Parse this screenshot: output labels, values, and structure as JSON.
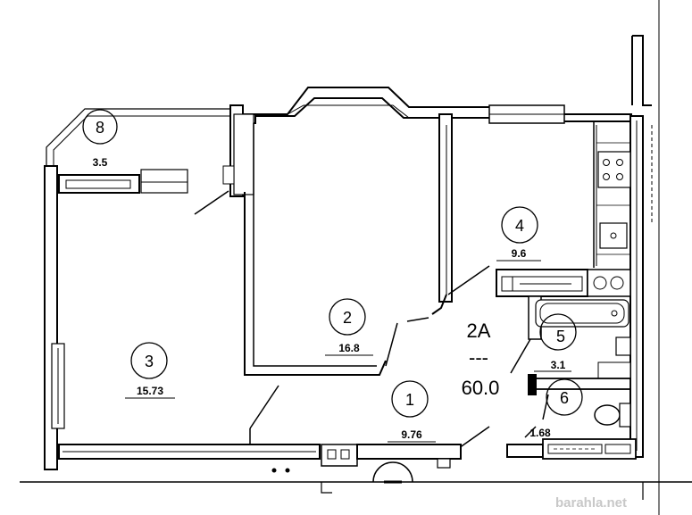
{
  "rooms": [
    {
      "number": "1",
      "area": "9.76"
    },
    {
      "number": "2",
      "area": "16.8"
    },
    {
      "number": "3",
      "area": "15.73"
    },
    {
      "number": "4",
      "area": "9.6"
    },
    {
      "number": "5",
      "area": "3.1"
    },
    {
      "number": "6",
      "area": "1.68"
    },
    {
      "number": "8",
      "area": "3.5"
    }
  ],
  "apartment": {
    "type": "2A",
    "separator": "---",
    "total_area": "60.0"
  },
  "watermark": "barahla.net"
}
